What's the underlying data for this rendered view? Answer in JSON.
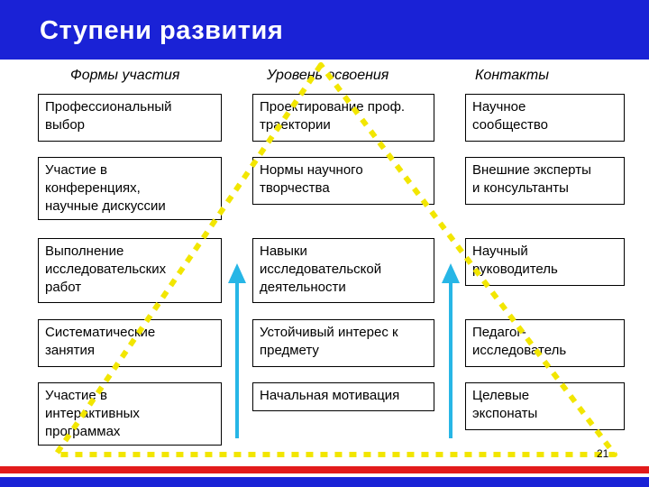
{
  "title": "Ступени развития",
  "columns": {
    "forms": "Формы участия",
    "levels": "Уровень освоения",
    "contacts": "Контакты"
  },
  "rows": [
    {
      "form": [
        "Профессиональный",
        "выбор"
      ],
      "level": [
        "Проектирование проф.",
        "траектории"
      ],
      "contact": [
        "Научное",
        "сообщество"
      ]
    },
    {
      "form": [
        "Участие в",
        "конференциях,",
        "научные дискуссии"
      ],
      "level": [
        "Нормы научного",
        "творчества"
      ],
      "contact": [
        "Внешние эксперты",
        "и консультанты"
      ]
    },
    {
      "form": [
        "Выполнение",
        "исследовательских",
        "работ"
      ],
      "level": [
        "Навыки",
        "исследовательской",
        "деятельности"
      ],
      "contact": [
        "Научный",
        "руководитель"
      ]
    },
    {
      "form": [
        "Систематические",
        "занятия"
      ],
      "level": [
        "Устойчивый интерес к",
        "предмету"
      ],
      "contact": [
        "Педагог-",
        "исследователь"
      ]
    },
    {
      "form": [
        "Участие в",
        "интерактивных",
        "программах"
      ],
      "level": [
        "Начальная мотивация"
      ],
      "contact": [
        "Целевые",
        "экспонаты"
      ]
    }
  ],
  "page_number": "21",
  "colors": {
    "header_bg": "#1a22d6",
    "triangle": "#f2e600",
    "arrow": "#27b6e6",
    "stripe_red": "#e21b1b",
    "stripe_blue": "#1a22d6"
  },
  "icons": [
    "up-arrow-icon",
    "up-arrow-icon"
  ]
}
